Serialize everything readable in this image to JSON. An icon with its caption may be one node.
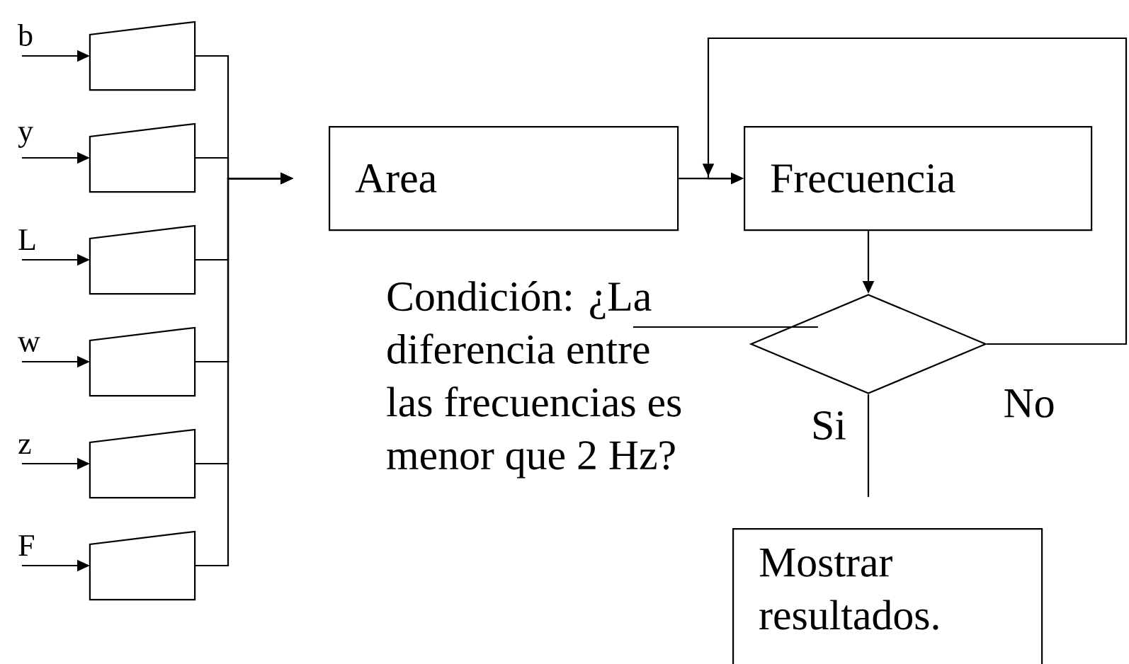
{
  "diagram": {
    "nodes": [
      {
        "text": [],
        "shape": "trapezoid",
        "beside": [
          "b"
        ]
      },
      {
        "text": [],
        "shape": "trapezoid",
        "beside": [
          "y"
        ]
      },
      {
        "text": [],
        "shape": "trapezoid",
        "beside": [
          "L"
        ]
      },
      {
        "text": [],
        "shape": "trapezoid",
        "beside": [
          "w"
        ]
      },
      {
        "text": [],
        "shape": "trapezoid",
        "beside": [
          "z"
        ]
      },
      {
        "text": [],
        "shape": "trapezoid",
        "beside": [
          "F"
        ]
      },
      {
        "text": [
          "Area"
        ]
      },
      {
        "text": [
          "Frecuencia"
        ]
      },
      {
        "text": [],
        "shape": "diamond"
      },
      {
        "text": [
          "Condición: ¿La diferencia entre las frecuencias es menor que 2 Hz?"
        ]
      },
      {
        "text": [
          "Mostrar resultados."
        ]
      }
    ],
    "edges": [
      {
        "from": null,
        "to": 0,
        "arrow": "to"
      },
      {
        "from": null,
        "to": 1,
        "arrow": "to"
      },
      {
        "from": null,
        "to": 2,
        "arrow": "to"
      },
      {
        "from": null,
        "to": 3,
        "arrow": "to"
      },
      {
        "from": null,
        "to": 4,
        "arrow": "to"
      },
      {
        "from": null,
        "to": 5,
        "arrow": "to"
      },
      {
        "from": 0,
        "to": 6,
        "arrow": "to"
      },
      {
        "from": 1,
        "to": 6,
        "arrow": "to"
      },
      {
        "from": 2,
        "to": 6,
        "arrow": "to"
      },
      {
        "from": 3,
        "to": 6,
        "arrow": "to"
      },
      {
        "from": 4,
        "to": 6,
        "arrow": "to"
      },
      {
        "from": 5,
        "to": 6,
        "arrow": "to"
      },
      {
        "from": 6,
        "to": 7,
        "arrow": "to"
      },
      {
        "from": 7,
        "to": 8,
        "arrow": "to"
      },
      {
        "from": 9,
        "to": 8,
        "arrow": "none"
      },
      {
        "from": 8,
        "to": 10,
        "arrow": "none",
        "label": "Si"
      },
      {
        "from": 8,
        "to": 7,
        "arrow": "to",
        "label": "No"
      }
    ]
  }
}
